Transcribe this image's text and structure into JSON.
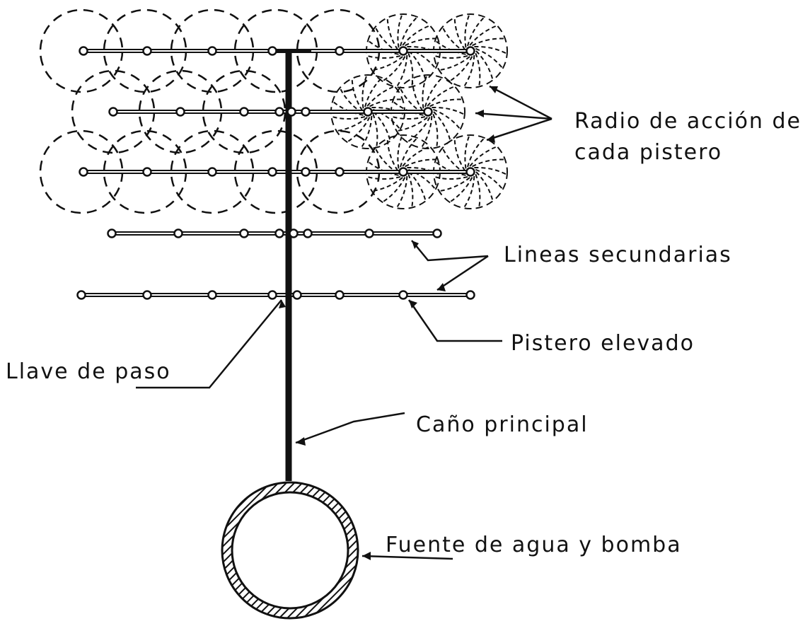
{
  "labels": {
    "radio_line1": "Radio de acción de",
    "radio_line2": "cada pistero",
    "lineas": "Lineas secundarias",
    "pistero": "Pistero elevado",
    "llave": "Llave de paso",
    "cano": "Caño principal",
    "fuente": "Fuente de agua y bomba"
  },
  "colors": {
    "ink": "#111111",
    "paper": "#ffffff"
  }
}
